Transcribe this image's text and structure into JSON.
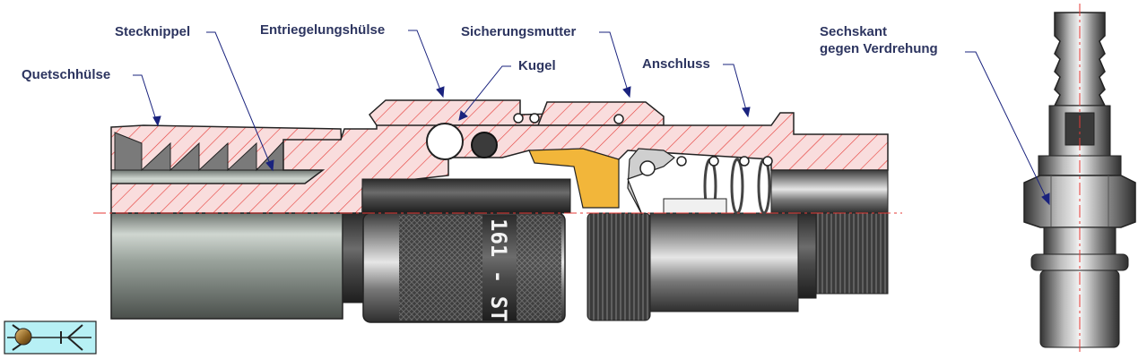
{
  "labels": {
    "quetschhuelse": "Quetschhülse",
    "stecknippel": "Stecknippel",
    "entriegelungshuelse": "Entriegelungshülse",
    "kugel": "Kugel",
    "sicherungsmutter": "Sicherungsmutter",
    "anschluss": "Anschluss",
    "sechskant_line1": "Sechskant",
    "sechskant_line2": "gegen Verdrehung"
  },
  "engraving": "161 - ST",
  "colors": {
    "label_text": "#2d3560",
    "leader_line": "#1a237e",
    "section_hatch": "#e53935",
    "section_fill": "#f8d8d8",
    "center_line": "#e53935",
    "brass": "#f2b63a",
    "symbol_fill": "#b7f0f5"
  },
  "icons": {
    "coupling_symbol": "ball-coupling-symbol-icon"
  }
}
